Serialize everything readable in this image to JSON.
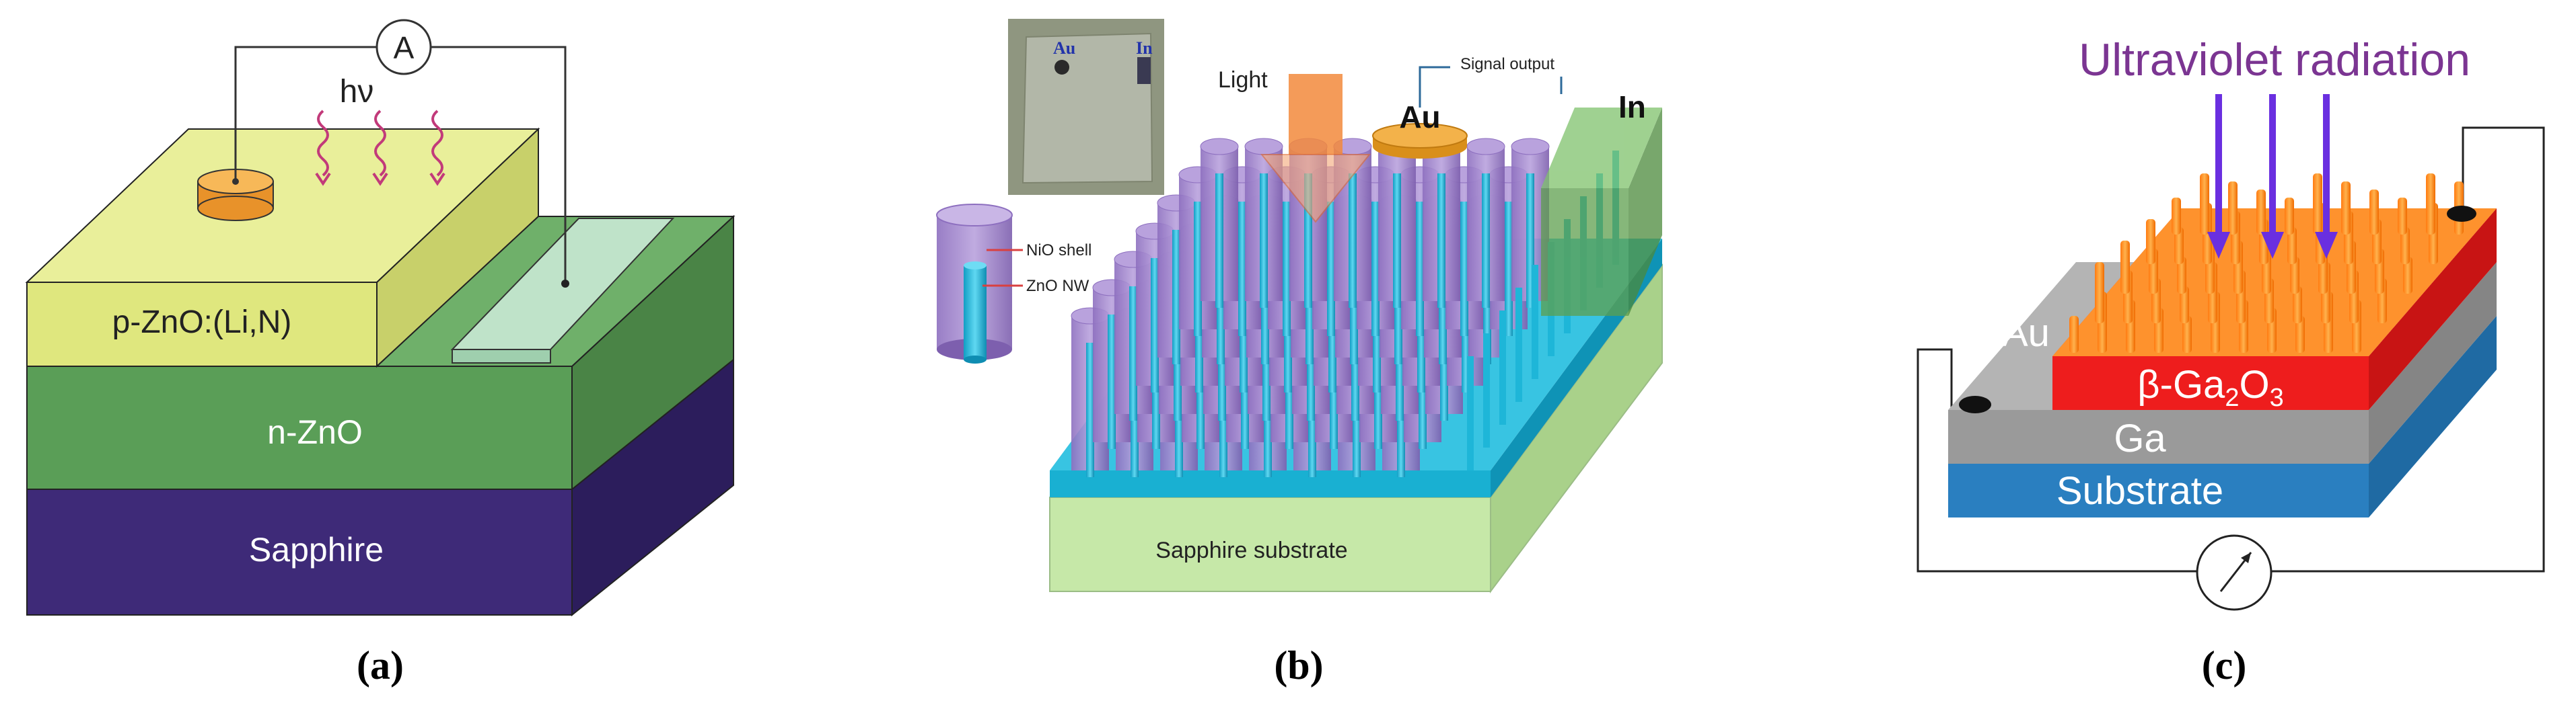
{
  "panel_a": {
    "ammeter_symbol": "A",
    "photon_label": "hν",
    "layer_top": "p-ZnO:(Li,N)",
    "layer_mid": "n-ZnO",
    "layer_bottom": "Sapphire",
    "caption": "(a)",
    "colors": {
      "p_zno": "#dfe77e",
      "n_zno": "#5a9e57",
      "sapphire": "#3e2a78",
      "electrode": "#f2a540"
    }
  },
  "panel_b": {
    "inset_label_au": "Au",
    "inset_label_in": "In",
    "label_light": "Light",
    "label_signal": "Signal output",
    "label_au": "Au",
    "label_in": "In",
    "label_nio_shell": "NiO shell",
    "label_zno_nw": "ZnO NW",
    "label_substrate": "Sapphire substrate",
    "caption": "(b)",
    "colors": {
      "shell": "#9b7fc8",
      "core": "#1eb6d8",
      "substrate": "#c6e8a8"
    }
  },
  "panel_c": {
    "title": "Ultraviolet radiation",
    "layer_au": "Au",
    "layer_ga2o3_prefix": "β-Ga",
    "layer_ga2o3_sub1": "2",
    "layer_ga2o3_mid": "O",
    "layer_ga2o3_sub2": "3",
    "layer_ga": "Ga",
    "layer_substrate": "Substrate",
    "caption": "(c)",
    "colors": {
      "title": "#7b3592",
      "arrow": "#6a2fe0",
      "ga2o3": "#ee1d1d",
      "au": "#ff8a1a",
      "ga": "#9a9a9a",
      "substrate": "#2a7fc0"
    }
  }
}
